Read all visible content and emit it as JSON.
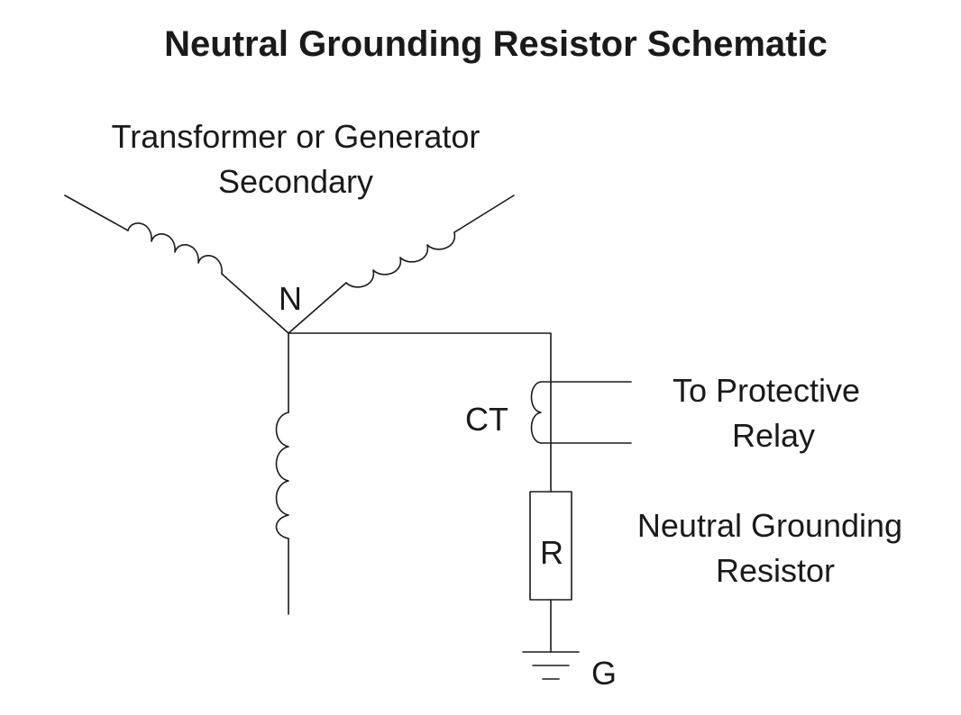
{
  "title": "Neutral Grounding Resistor Schematic",
  "labels": {
    "source_line1": "Transformer or Generator",
    "source_line2": "Secondary",
    "neutral": "N",
    "ct": "CT",
    "relay_line1": "To Protective",
    "relay_line2": "Relay",
    "ngr_line1": "Neutral Grounding",
    "ngr_line2": "Resistor",
    "resistor": "R",
    "ground": "G"
  }
}
